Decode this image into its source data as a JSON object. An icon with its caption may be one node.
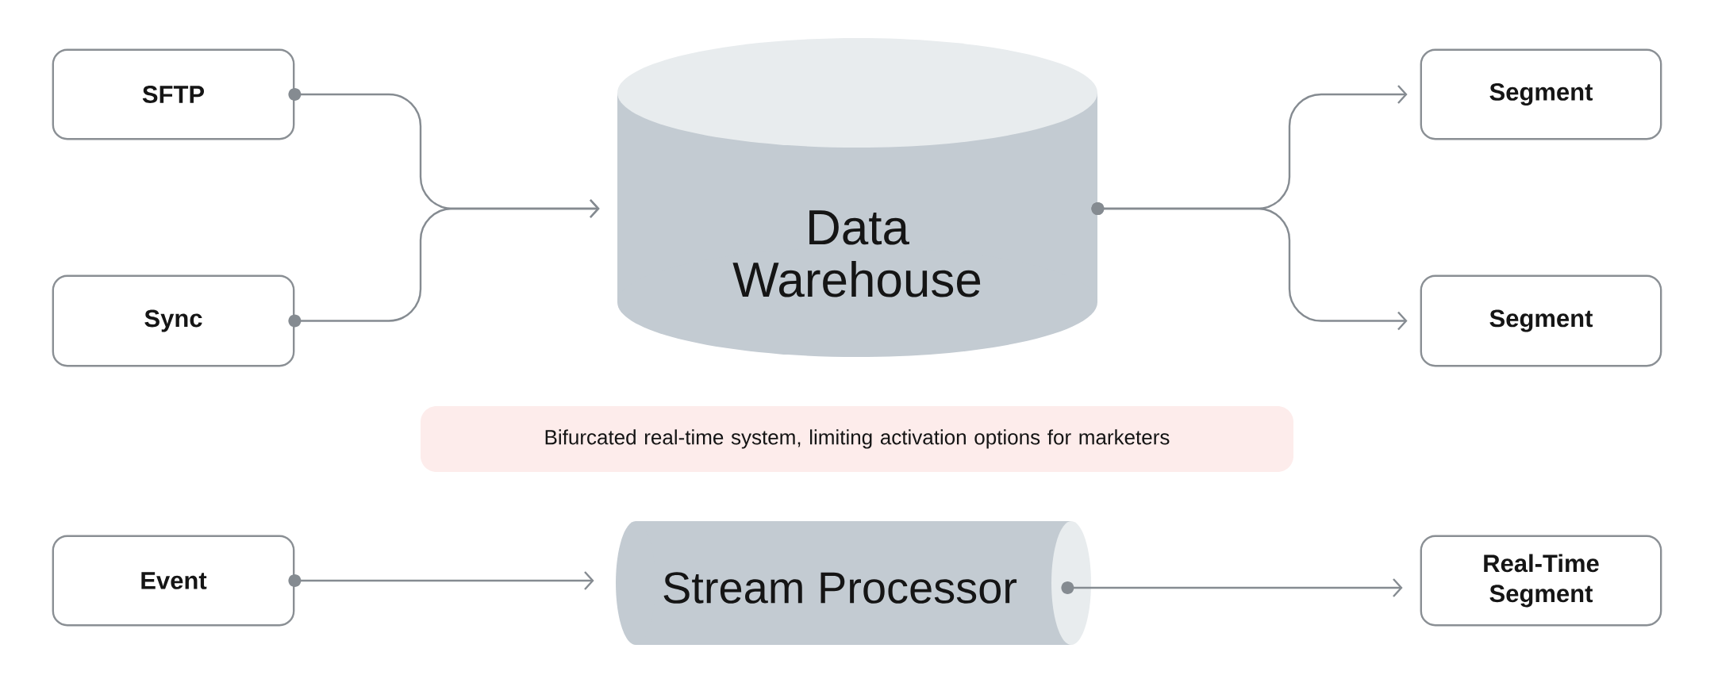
{
  "diagram": {
    "nodes": [
      {
        "text": [
          "SFTP"
        ]
      },
      {
        "text": [
          "Sync"
        ]
      },
      {
        "text": [
          "Data Warehouse"
        ]
      },
      {
        "text": [
          "Segment"
        ]
      },
      {
        "text": [
          "Segment"
        ]
      },
      {
        "text": [
          "Bifurcated real-time system, limiting activation options for marketers"
        ]
      },
      {
        "text": [
          "Event"
        ]
      },
      {
        "text": [
          "Stream Processor"
        ]
      },
      {
        "text": [
          "Real-Time Segment"
        ]
      }
    ],
    "edges": [
      {
        "from": 0,
        "to": 2,
        "arrow": "to"
      },
      {
        "from": 1,
        "to": 2,
        "arrow": "to"
      },
      {
        "from": 2,
        "to": 3,
        "arrow": "to"
      },
      {
        "from": 2,
        "to": 4,
        "arrow": "to"
      },
      {
        "from": 6,
        "to": 7,
        "arrow": "to"
      },
      {
        "from": 7,
        "to": 8,
        "arrow": "to"
      }
    ]
  }
}
